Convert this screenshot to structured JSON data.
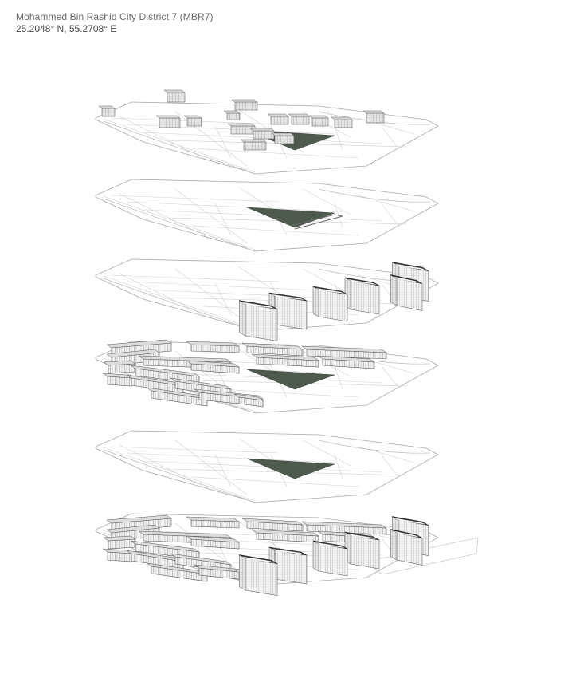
{
  "header": {
    "title": "Mohammed Bin Rashid City District 7 (MBR7)",
    "coordinates": "25.2048° N, 55.2708° E"
  },
  "colors": {
    "background": "#ffffff",
    "line": "#a8a8a8",
    "park_fill": "#4f5a4f",
    "building_face": "#f2f2f2",
    "building_roof": "#3a3a3a",
    "title_text": "#6a6a6a",
    "coord_text": "#4a4a4a"
  },
  "layers": [
    {
      "id": "existing-context",
      "type": "context-buildings"
    },
    {
      "id": "landscape-park",
      "type": "park-plane"
    },
    {
      "id": "apartment-towers",
      "type": "towers"
    },
    {
      "id": "townhouses",
      "type": "townhouses"
    },
    {
      "id": "base-plot-plan",
      "type": "plot-plane"
    },
    {
      "id": "combined-masterplan",
      "type": "combined"
    }
  ]
}
